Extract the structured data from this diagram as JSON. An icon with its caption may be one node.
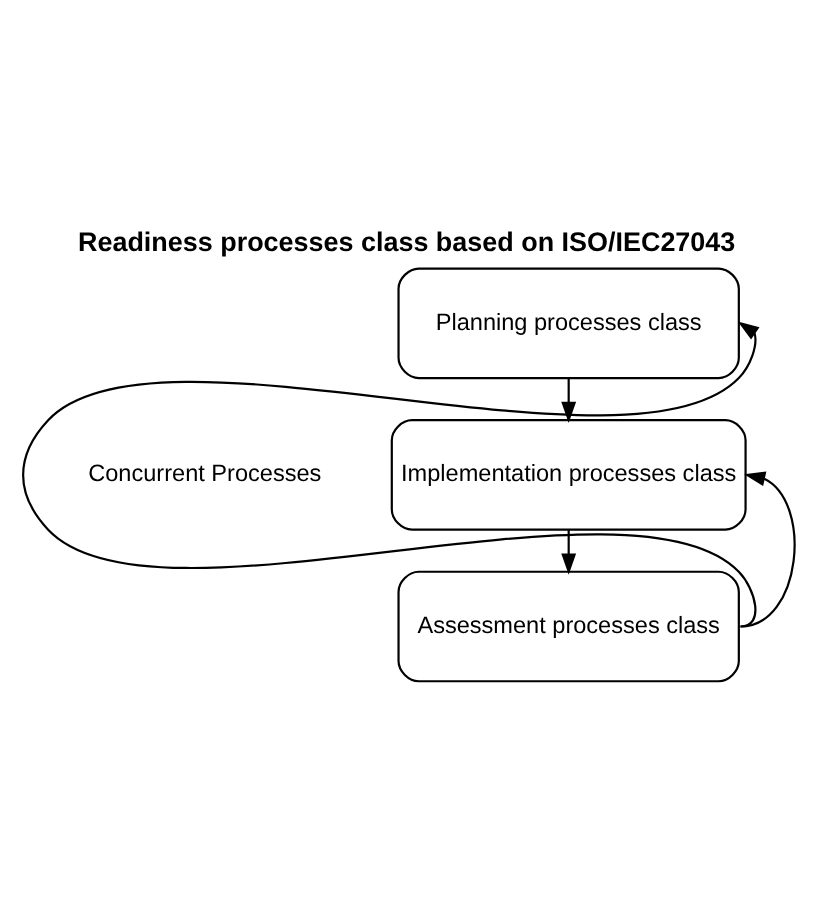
{
  "diagram": {
    "title": "Readiness processes class based on ISO/IEC27043",
    "nodes": [
      {
        "text": [
          "Planning processes class"
        ]
      },
      {
        "text": [
          "Implementation processes class"
        ]
      },
      {
        "text": [
          "Assessment processes class"
        ]
      }
    ],
    "edges": [
      {
        "from": 0,
        "to": 1,
        "arrow": "to"
      },
      {
        "from": 1,
        "to": 2,
        "arrow": "to"
      },
      {
        "from": 2,
        "to": 0,
        "arrow": "to"
      },
      {
        "from": 2,
        "to": 1,
        "arrow": "to"
      }
    ],
    "labels": [
      "Concurrent Processes"
    ]
  }
}
